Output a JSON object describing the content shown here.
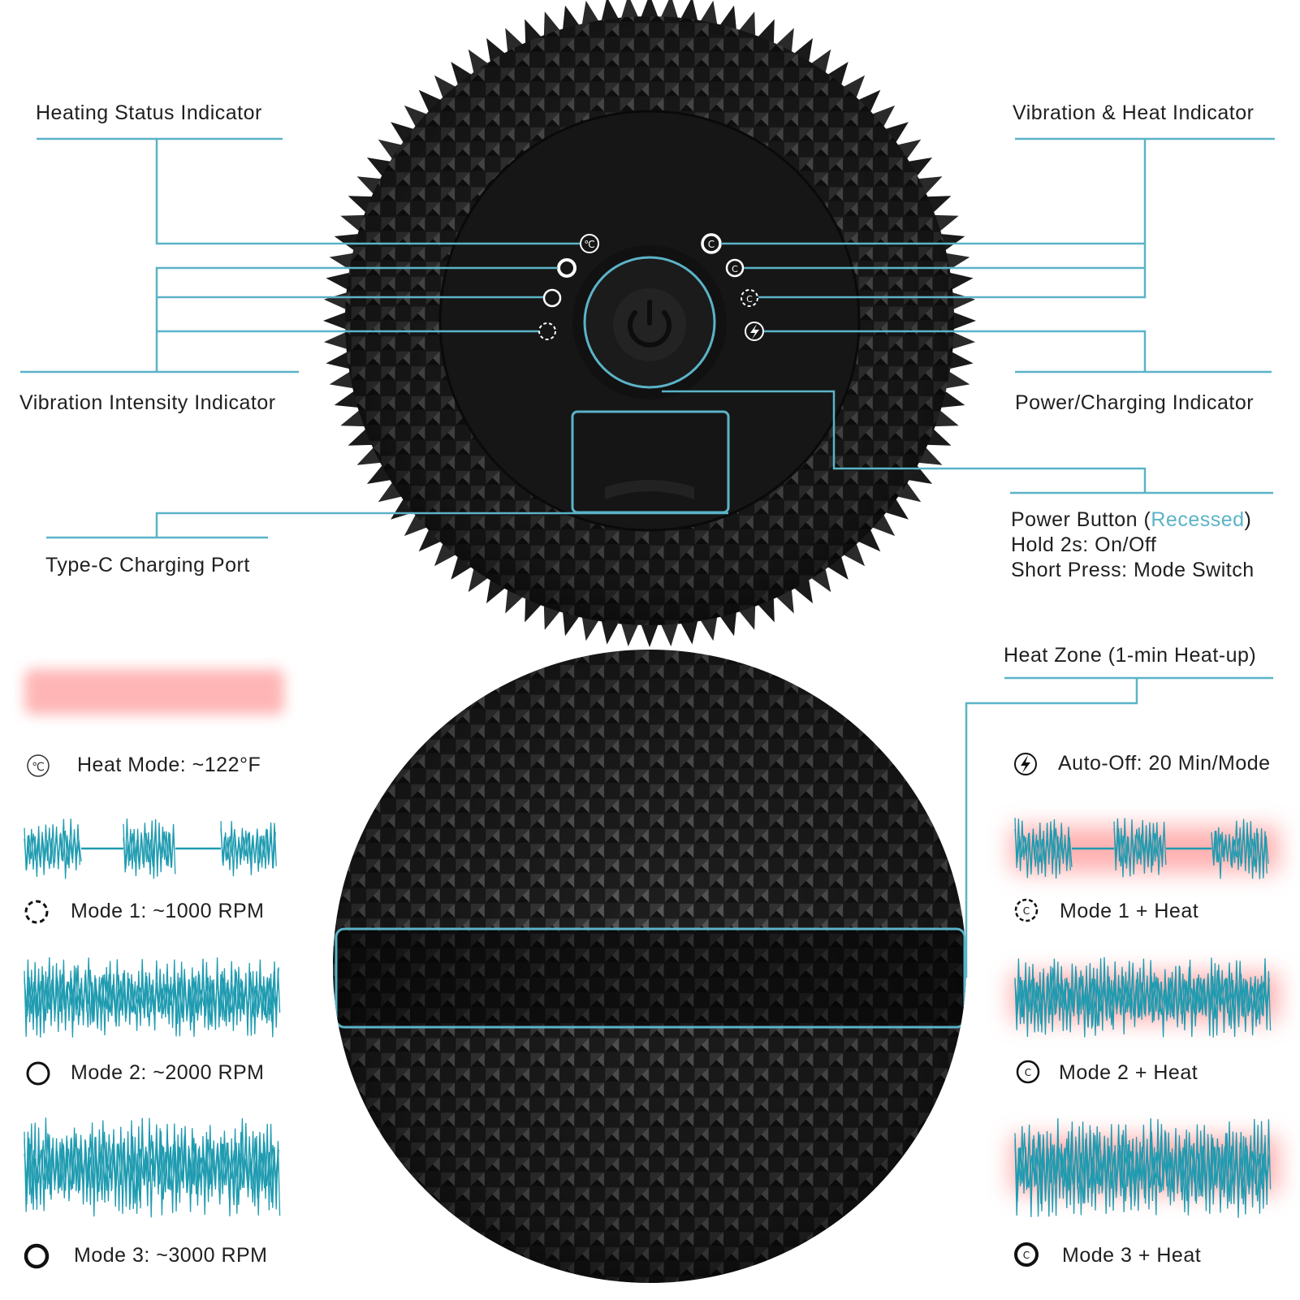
{
  "colors": {
    "accent_line": "#5bb3c8",
    "wave": "#1f9bb0",
    "heat_glow": "#ff9d9d",
    "device_body": "#1c1c1c",
    "device_inner": "#141414"
  },
  "labels": {
    "heating_status": "Heating Status Indicator",
    "vibration_heat": "Vibration & Heat Indicator",
    "vibration_intensity": "Vibration Intensity Indicator",
    "power_charging": "Power/Charging Indicator",
    "type_c": "Type-C Charging Port",
    "power_button_title": "Power Button (",
    "power_button_recessed": "Recessed",
    "power_button_close": ")",
    "hold": "Hold 2s: On/Off",
    "short_press": "Short Press: Mode Switch",
    "heat_zone": "Heat Zone (1-min Heat-up)"
  },
  "legend_left": [
    {
      "icon": "celsius-icon",
      "text": "Heat Mode: ~122°F"
    },
    {
      "icon": "dashed-ring-icon",
      "text": "Mode 1: ~1000 RPM"
    },
    {
      "icon": "ring-icon",
      "text": "Mode 2: ~2000 RPM"
    },
    {
      "icon": "thick-ring-icon",
      "text": "Mode 3: ~3000 RPM"
    }
  ],
  "legend_right": [
    {
      "icon": "lightning-icon",
      "text": "Auto-Off: 20 Min/Mode"
    },
    {
      "icon": "celsius-dashed-icon",
      "text": "Mode 1 + Heat"
    },
    {
      "icon": "celsius-ring-icon",
      "text": "Mode 2 + Heat"
    },
    {
      "icon": "celsius-thick-icon",
      "text": "Mode 3 + Heat"
    }
  ]
}
